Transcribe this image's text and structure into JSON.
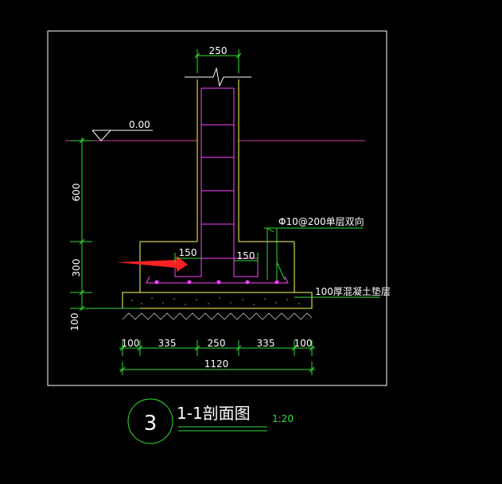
{
  "title": {
    "detail_number": "3",
    "name": "1-1剖面图",
    "scale": "1:20"
  },
  "elevation": {
    "label": "0.00"
  },
  "dimensions": {
    "wall_width": "250",
    "left_vertical_600": "600",
    "left_vertical_300": "300",
    "left_vertical_100": "100",
    "step_left": "150",
    "step_right": "150",
    "bottom_segments": [
      "100",
      "335",
      "250",
      "335",
      "100"
    ],
    "total_width": "1120"
  },
  "annotations": {
    "rebar": "Φ10@200单层双向",
    "cushion": "100厚混凝土垫层"
  },
  "colors": {
    "background": "#000000",
    "frame": "#ffffff",
    "dimension": "#33dd33",
    "wall": "#ffff66",
    "rebar": "#ff44ff",
    "ground_line": "#cc4499",
    "arrow": "#ff2222",
    "ground_hatch": "#bbbbbb"
  }
}
